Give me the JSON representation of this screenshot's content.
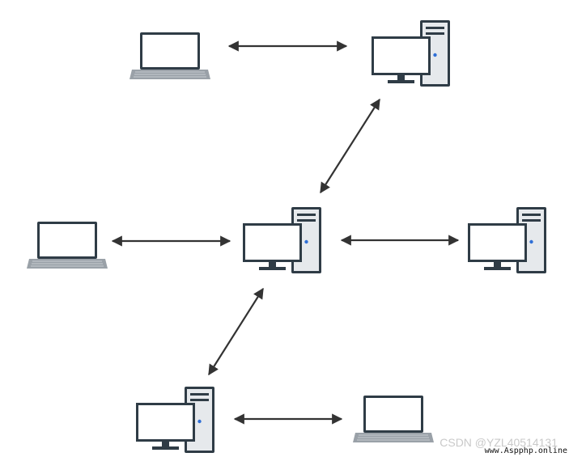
{
  "colors": {
    "background": "#ffffff",
    "arrow": "#333333",
    "device_outline": "#2f3c46",
    "tower_body": "#e6e9ec",
    "tower_slot": "#2f3c46",
    "power_led": "#2f6fd6",
    "screen": "#ffffff",
    "keyboard": "#9aa1a8"
  },
  "devices": [
    {
      "id": "laptop-top-left",
      "icon": "laptop-icon"
    },
    {
      "id": "pc-top-right",
      "icon": "desktop-pc-icon"
    },
    {
      "id": "laptop-middle-left",
      "icon": "laptop-icon"
    },
    {
      "id": "pc-center",
      "icon": "desktop-pc-icon"
    },
    {
      "id": "pc-middle-right",
      "icon": "desktop-pc-icon"
    },
    {
      "id": "pc-bottom-left",
      "icon": "desktop-pc-icon"
    },
    {
      "id": "laptop-bottom-right",
      "icon": "laptop-icon"
    }
  ],
  "connections": [
    {
      "from": "laptop-top-left",
      "to": "pc-top-right",
      "style": "double-arrow"
    },
    {
      "from": "pc-top-right",
      "to": "pc-center",
      "style": "double-arrow"
    },
    {
      "from": "laptop-middle-left",
      "to": "pc-center",
      "style": "double-arrow"
    },
    {
      "from": "pc-center",
      "to": "pc-middle-right",
      "style": "double-arrow"
    },
    {
      "from": "pc-center",
      "to": "pc-bottom-left",
      "style": "double-arrow"
    },
    {
      "from": "pc-bottom-left",
      "to": "laptop-bottom-right",
      "style": "double-arrow"
    }
  ],
  "watermarks": {
    "csdn": "CSDN @YZL40514131",
    "site": "www.Aspphp.online"
  }
}
